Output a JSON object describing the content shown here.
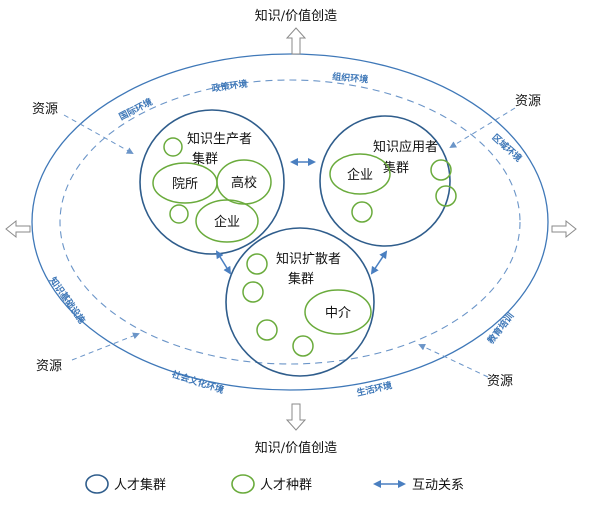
{
  "top_output": "知识/价值创造",
  "bottom_output": "知识/价值创造",
  "resources": [
    "资源",
    "资源",
    "资源",
    "资源"
  ],
  "environments": {
    "policy": "政策环境",
    "organization": "组织环境",
    "international": "国际环境",
    "regional": "区域环境",
    "infrastructure": "知识基础设施",
    "education": "教育培训",
    "social_culture": "社会文化环境",
    "living": "生活环境"
  },
  "clusters": {
    "producer": {
      "title_line1": "知识生产者",
      "title_line2": "集群",
      "populations": [
        "院所",
        "高校",
        "企业"
      ]
    },
    "applier": {
      "title_line1": "知识应用者",
      "title_line2": "集群",
      "populations": [
        "企业"
      ]
    },
    "diffuser": {
      "title_line1": "知识扩散者",
      "title_line2": "集群",
      "populations": [
        "中介"
      ]
    }
  },
  "legend": {
    "cluster": "人才集群",
    "population": "人才种群",
    "interaction": "互动关系"
  },
  "colors": {
    "cluster_stroke": "#2f5d8c",
    "population_stroke": "#6aab3c",
    "arrow": "#4a7fc0",
    "dashed": "#6b95c8",
    "env_text": "#3f78b8"
  }
}
